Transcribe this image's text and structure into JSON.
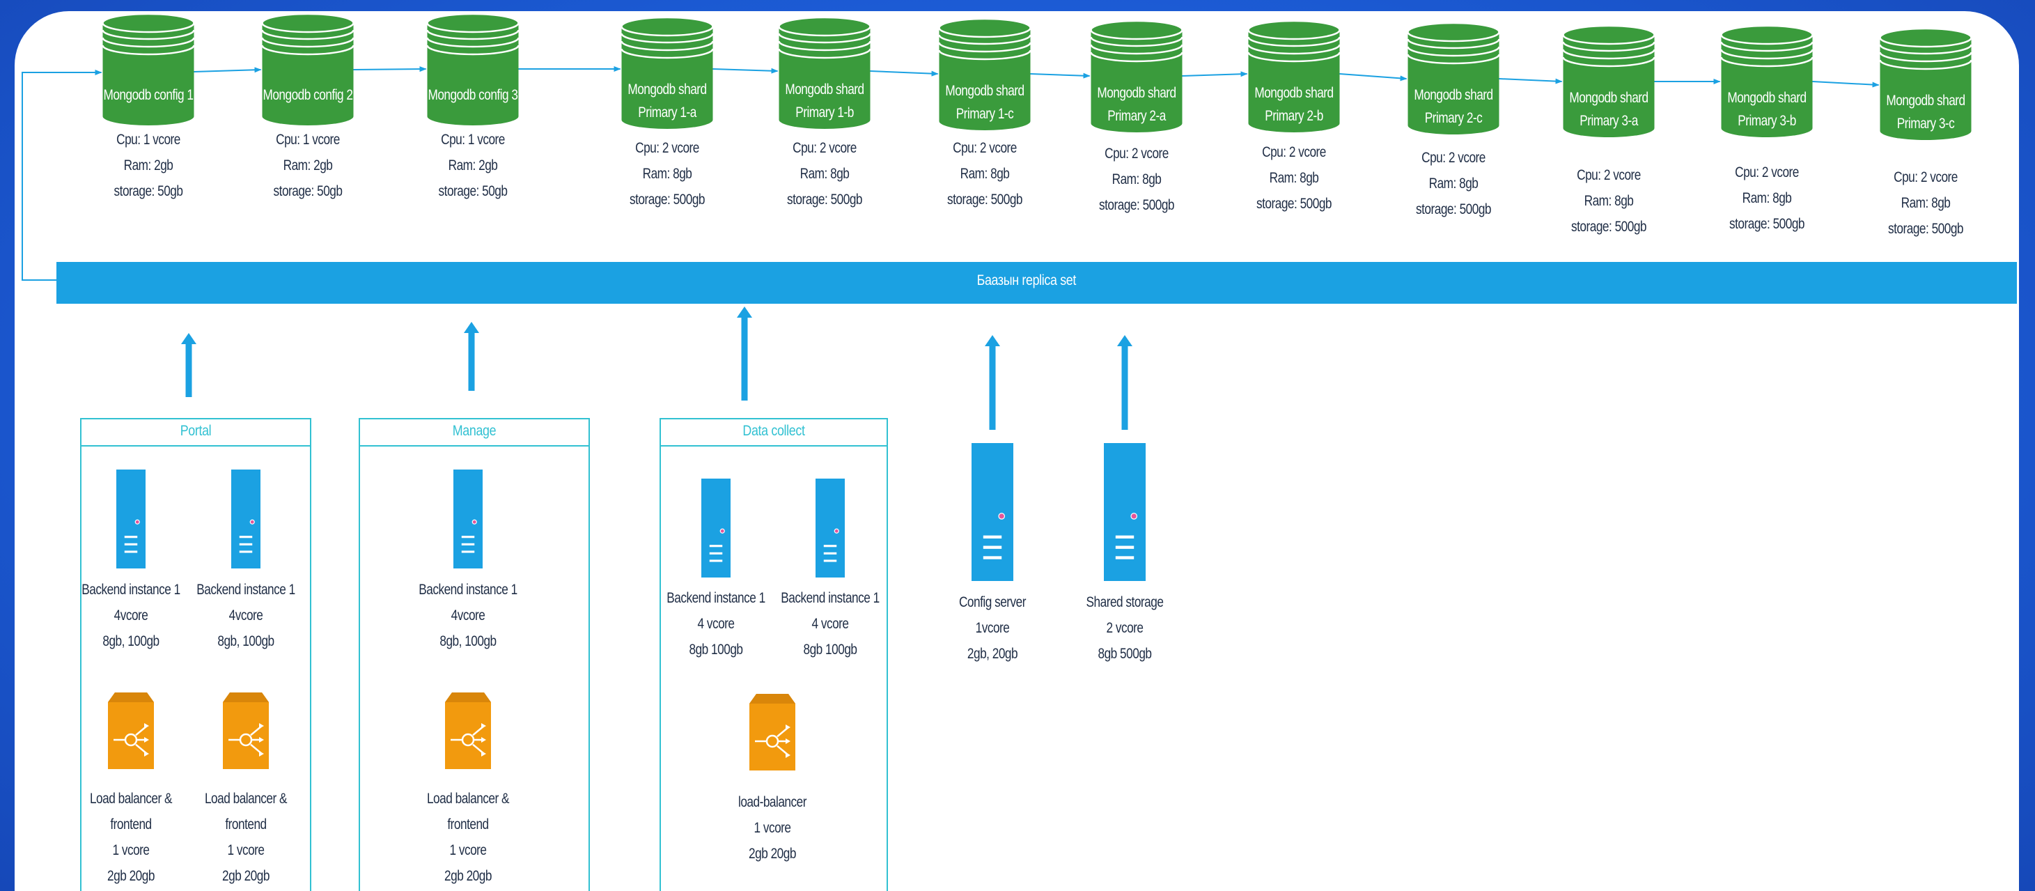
{
  "colors": {
    "background": "#1d5fd8",
    "panel": "#ffffff",
    "db_green": "#3a9b3c",
    "bar_blue": "#1ba1e2",
    "group_border": "#32c1d2",
    "server_blue": "#1ba1e2",
    "lb_orange": "#f29a0e"
  },
  "replica_bar": {
    "label": "Баазын replica set"
  },
  "databases": [
    {
      "title": [
        "Mongodb config 1"
      ],
      "specs": [
        "Cpu: 1 vcore",
        "Ram: 2gb",
        "storage: 50gb"
      ]
    },
    {
      "title": [
        "Mongodb config 2"
      ],
      "specs": [
        "Cpu: 1 vcore",
        "Ram: 2gb",
        "storage: 50gb"
      ]
    },
    {
      "title": [
        "Mongodb config 3"
      ],
      "specs": [
        "Cpu: 1 vcore",
        "Ram: 2gb",
        "storage: 50gb"
      ]
    },
    {
      "title": [
        "Mongodb shard",
        "Primary 1-a"
      ],
      "specs": [
        "Cpu: 2 vcore",
        "Ram: 8gb",
        "storage: 500gb"
      ]
    },
    {
      "title": [
        "Mongodb shard",
        "Primary 1-b"
      ],
      "specs": [
        "Cpu: 2 vcore",
        "Ram: 8gb",
        "storage: 500gb"
      ]
    },
    {
      "title": [
        "Mongodb shard",
        "Primary 1-c"
      ],
      "specs": [
        "Cpu: 2 vcore",
        "Ram: 8gb",
        "storage: 500gb"
      ]
    },
    {
      "title": [
        "Mongodb shard",
        "Primary 2-a"
      ],
      "specs": [
        "Cpu: 2 vcore",
        "Ram: 8gb",
        "storage: 500gb"
      ]
    },
    {
      "title": [
        "Mongodb shard",
        "Primary 2-b"
      ],
      "specs": [
        "Cpu: 2 vcore",
        "Ram: 8gb",
        "storage: 500gb"
      ]
    },
    {
      "title": [
        "Mongodb shard",
        "Primary 2-c"
      ],
      "specs": [
        "Cpu: 2 vcore",
        "Ram: 8gb",
        "storage: 500gb"
      ]
    },
    {
      "title": [
        "Mongodb shard",
        "Primary 3-a"
      ],
      "specs": [
        "Cpu: 2 vcore",
        "Ram: 8gb",
        "storage: 500gb"
      ]
    },
    {
      "title": [
        "Mongodb shard",
        "Primary 3-b"
      ],
      "specs": [
        "Cpu: 2 vcore",
        "Ram: 8gb",
        "storage: 500gb"
      ]
    },
    {
      "title": [
        "Mongodb shard",
        "Primary 3-c"
      ],
      "specs": [
        "Cpu: 2 vcore",
        "Ram: 8gb",
        "storage: 500gb"
      ]
    }
  ],
  "groups": [
    {
      "title": "Portal",
      "servers": [
        {
          "icon": "server-icon",
          "lines": [
            "Backend instance 1",
            "4vcore",
            "8gb, 100gb"
          ]
        },
        {
          "icon": "server-icon",
          "lines": [
            "Backend instance 1",
            "4vcore",
            "8gb, 100gb"
          ]
        }
      ],
      "balancers": [
        {
          "icon": "load-balancer-icon",
          "lines": [
            "Load balancer &",
            "frontend",
            "1 vcore",
            "2gb 20gb"
          ]
        },
        {
          "icon": "load-balancer-icon",
          "lines": [
            "Load balancer &",
            "frontend",
            "1 vcore",
            "2gb 20gb"
          ]
        }
      ]
    },
    {
      "title": "Manage",
      "servers": [
        {
          "icon": "server-icon",
          "lines": [
            "Backend instance 1",
            "4vcore",
            "8gb, 100gb"
          ]
        }
      ],
      "balancers": [
        {
          "icon": "load-balancer-icon",
          "lines": [
            "Load balancer &",
            "frontend",
            "1 vcore",
            "2gb 20gb"
          ]
        }
      ]
    },
    {
      "title": "Data collect",
      "servers": [
        {
          "icon": "server-icon",
          "lines": [
            "Backend instance 1",
            "4 vcore",
            "8gb 100gb"
          ]
        },
        {
          "icon": "server-icon",
          "lines": [
            "Backend instance 1",
            "4 vcore",
            "8gb 100gb"
          ]
        }
      ],
      "balancers": [
        {
          "icon": "load-balancer-icon",
          "lines": [
            "load-balancer",
            "1 vcore",
            "2gb 20gb"
          ]
        }
      ]
    }
  ],
  "standalone": [
    {
      "icon": "server-icon",
      "lines": [
        "Config server",
        "1vcore",
        "2gb, 20gb"
      ]
    },
    {
      "icon": "server-icon",
      "lines": [
        "Shared storage",
        "2 vcore",
        "8gb 500gb"
      ]
    }
  ]
}
